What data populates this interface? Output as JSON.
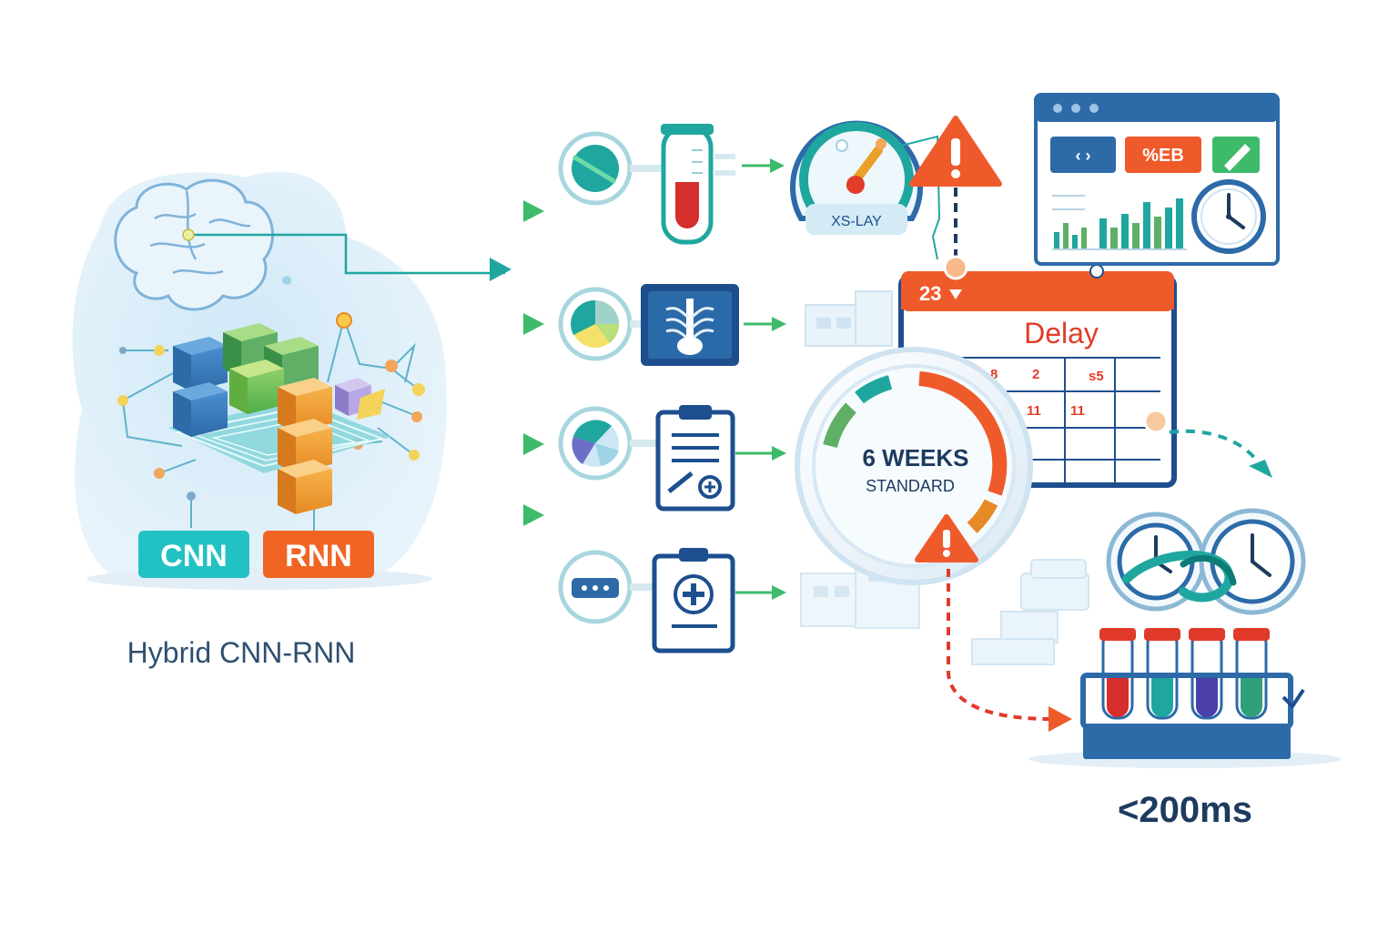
{
  "model": {
    "caption": "Hybrid CNN-RNN",
    "cnn_label": "CNN",
    "rnn_label": "RNN"
  },
  "gauge": {
    "label": "XS-LAY"
  },
  "calendar": {
    "date": "23",
    "title": "Delay",
    "cells": [
      "8",
      "2",
      "s5",
      "11",
      "11"
    ]
  },
  "dial": {
    "value": "6 WEEKS",
    "label": "STANDARD"
  },
  "dashboard": {
    "buttons": [
      "‹ ›",
      "%EB",
      ""
    ]
  },
  "latency": {
    "label": "<200ms"
  },
  "colors": {
    "green_arrow": "#3dbb6b",
    "teal": "#1fb6b0",
    "navy": "#1d4f8f",
    "alert_orange": "#ef5a2b",
    "red_dash": "#e03a2a",
    "cnn_bg": "#22c1c3",
    "rnn_bg": "#f06524"
  }
}
